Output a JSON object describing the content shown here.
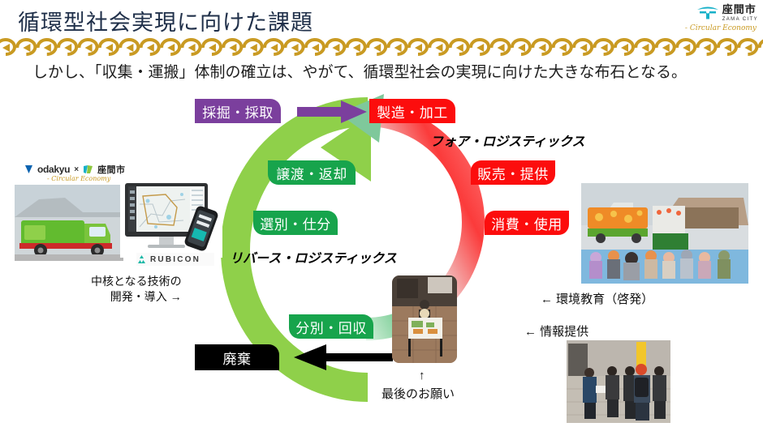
{
  "header": {
    "title": "循環型社会実現に向けた課題",
    "logo": {
      "city_jp": "座間市",
      "city_en": "ZAMA CITY",
      "tagline": "- Circular Economy",
      "mark_icon": "zama-city-mark-icon"
    },
    "divider_icon": "recycle-chain-band-icon"
  },
  "lead": {
    "text": "しかし、「収集・運搬」体制の確立は、やがて、循環型社会の実現に向けた大きな布石となる。"
  },
  "cycle": {
    "chips": {
      "extract": "採掘・採取",
      "manufacture": "製造・加工",
      "sell": "販売・提供",
      "consume": "消費・使用",
      "transfer": "譲渡・返却",
      "sort": "選別・仕分",
      "separate": "分別・回収",
      "discard": "廃棄"
    },
    "labels": {
      "fore_logistics": "フォア・ロジスティックス",
      "reverse_logistics": "リバース・ロジスティックス"
    },
    "icons": {
      "purple_arrow": "purple-right-arrow-icon",
      "black_arrow": "black-left-arrow-icon",
      "outer_ring": "green-reverse-cycle-arrow-icon",
      "inner_ring": "green-to-red-forward-cycle-arrow-icon"
    },
    "colors": {
      "purple": "#7b3f9d",
      "red": "#fc0d0d",
      "green": "#17a44c",
      "light_green": "#8fd04a",
      "black": "#000000",
      "gold": "#c99a22"
    }
  },
  "left_panel": {
    "partner_logo": {
      "odakyu": "odakyu",
      "cross": "×",
      "zama": "座間市",
      "tagline": "- Circular Economy"
    },
    "truck_photo_alt": "green-collection-truck-photo",
    "monitor_photo_alt": "route-map-monitor-and-phone-photo",
    "rubicon_logo": "RUBICON",
    "caption_line1": "中核となる技術の",
    "caption_line2": "開発・導入 →"
  },
  "right_panel": {
    "education_photo_alt": "children-environmental-education-photo",
    "education_caption": "← 環境教育（啓発）",
    "info_caption": "← 情報提供",
    "street_photo_alt": "street-leaflet-distribution-photo"
  },
  "bottom_center": {
    "photo_alt": "person-with-display-board-photo",
    "arrow_icon": "up-arrow-icon",
    "arrow_glyph": "↑",
    "caption": "最後のお願い"
  }
}
